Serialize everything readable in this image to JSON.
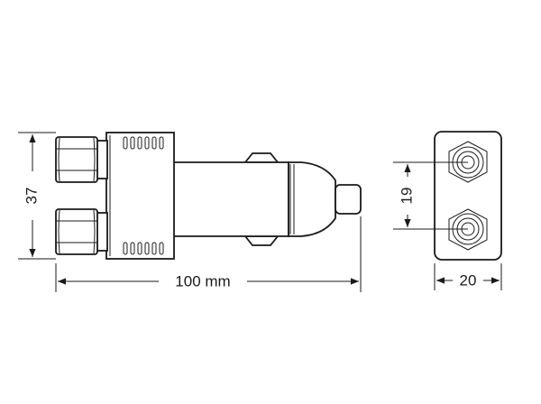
{
  "dimensions": {
    "width_label": "100 mm",
    "height_label": "37",
    "spacing_label": "19",
    "end_width_label": "20"
  },
  "colors": {
    "line": "#1a1a1a",
    "background": "#ffffff"
  }
}
